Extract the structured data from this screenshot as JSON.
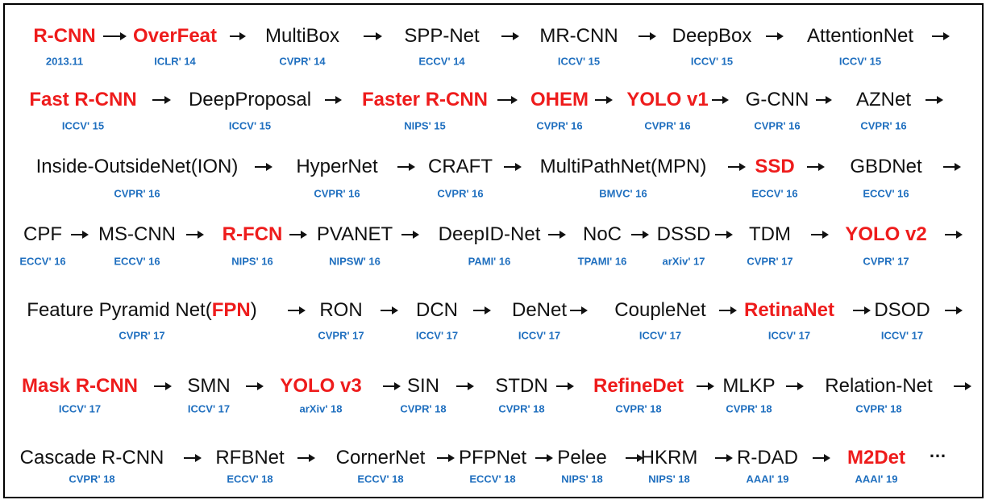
{
  "colors": {
    "highlight": "#ee1c1c",
    "venue": "#1f6fbf",
    "text": "#111111",
    "border": "#000000"
  },
  "ellipsis": "…",
  "rows": [
    [
      {
        "name": "R-CNN",
        "venue": "2013.11",
        "highlight": true
      },
      {
        "name": "OverFeat",
        "venue": "ICLR' 14",
        "highlight": true
      },
      {
        "name": "MultiBox",
        "venue": "CVPR' 14",
        "highlight": false
      },
      {
        "name": "SPP-Net",
        "venue": "ECCV' 14",
        "highlight": false
      },
      {
        "name": "MR-CNN",
        "venue": "ICCV' 15",
        "highlight": false
      },
      {
        "name": "DeepBox",
        "venue": "ICCV' 15",
        "highlight": false
      },
      {
        "name": "AttentionNet",
        "venue": "ICCV' 15",
        "highlight": false
      }
    ],
    [
      {
        "name": "Fast R-CNN",
        "venue": "ICCV' 15",
        "highlight": true
      },
      {
        "name": "DeepProposal",
        "venue": "ICCV' 15",
        "highlight": false
      },
      {
        "name": "Faster R-CNN",
        "venue": "NIPS' 15",
        "highlight": true
      },
      {
        "name": "OHEM",
        "venue": "CVPR' 16",
        "highlight": true
      },
      {
        "name": "YOLO v1",
        "venue": "CVPR' 16",
        "highlight": true
      },
      {
        "name": "G-CNN",
        "venue": "CVPR' 16",
        "highlight": false
      },
      {
        "name": "AZNet",
        "venue": "CVPR' 16",
        "highlight": false
      }
    ],
    [
      {
        "name": "Inside-OutsideNet(ION)",
        "venue": "CVPR' 16",
        "highlight": false
      },
      {
        "name": "HyperNet",
        "venue": "CVPR' 16",
        "highlight": false
      },
      {
        "name": "CRAFT",
        "venue": "CVPR' 16",
        "highlight": false
      },
      {
        "name": "MultiPathNet(MPN)",
        "venue": "BMVC' 16",
        "highlight": false
      },
      {
        "name": "SSD",
        "venue": "ECCV' 16",
        "highlight": true
      },
      {
        "name": "GBDNet",
        "venue": "ECCV' 16",
        "highlight": false
      }
    ],
    [
      {
        "name": "CPF",
        "venue": "ECCV' 16",
        "highlight": false
      },
      {
        "name": "MS-CNN",
        "venue": "ECCV' 16",
        "highlight": false
      },
      {
        "name": "R-FCN",
        "venue": "NIPS' 16",
        "highlight": true
      },
      {
        "name": "PVANET",
        "venue": "NIPSW' 16",
        "highlight": false
      },
      {
        "name": "DeepID-Net",
        "venue": "PAMI' 16",
        "highlight": false
      },
      {
        "name": "NoC",
        "venue": "TPAMI' 16",
        "highlight": false
      },
      {
        "name": "DSSD",
        "venue": "arXiv' 17",
        "highlight": false
      },
      {
        "name": "TDM",
        "venue": "CVPR' 17",
        "highlight": false
      },
      {
        "name": "YOLO v2",
        "venue": "CVPR' 17",
        "highlight": true
      }
    ],
    [
      {
        "name_parts": [
          {
            "text": "Feature Pyramid Net(",
            "highlight": false
          },
          {
            "text": "FPN",
            "highlight": true
          },
          {
            "text": ")",
            "highlight": false
          }
        ],
        "venue": "CVPR' 17"
      },
      {
        "name": "RON",
        "venue": "CVPR' 17",
        "highlight": false
      },
      {
        "name": "DCN",
        "venue": "ICCV' 17",
        "highlight": false
      },
      {
        "name": "DeNet",
        "venue": "ICCV' 17",
        "highlight": false
      },
      {
        "name": "CoupleNet",
        "venue": "ICCV' 17",
        "highlight": false
      },
      {
        "name": "RetinaNet",
        "venue": "ICCV' 17",
        "highlight": true
      },
      {
        "name": "DSOD",
        "venue": "ICCV' 17",
        "highlight": false
      }
    ],
    [
      {
        "name": "Mask R-CNN",
        "venue": "ICCV' 17",
        "highlight": true
      },
      {
        "name": "SMN",
        "venue": "ICCV' 17",
        "highlight": false
      },
      {
        "name": "YOLO v3",
        "venue": "arXiv' 18",
        "highlight": true
      },
      {
        "name": "SIN",
        "venue": "CVPR' 18",
        "highlight": false
      },
      {
        "name": "STDN",
        "venue": "CVPR' 18",
        "highlight": false
      },
      {
        "name": "RefineDet",
        "venue": "CVPR' 18",
        "highlight": true
      },
      {
        "name": "MLKP",
        "venue": "CVPR' 18",
        "highlight": false
      },
      {
        "name": "Relation-Net",
        "venue": "CVPR' 18",
        "highlight": false
      }
    ],
    [
      {
        "name": "Cascade R-CNN",
        "venue": "CVPR' 18",
        "highlight": false
      },
      {
        "name": "RFBNet",
        "venue": "ECCV' 18",
        "highlight": false
      },
      {
        "name": "CornerNet",
        "venue": "ECCV' 18",
        "highlight": false
      },
      {
        "name": "PFPNet",
        "venue": "ECCV' 18",
        "highlight": false
      },
      {
        "name": "Pelee",
        "venue": "NIPS' 18",
        "highlight": false
      },
      {
        "name": "HKRM",
        "venue": "NIPS' 18",
        "highlight": false
      },
      {
        "name": "R-DAD",
        "venue": "AAAI' 19",
        "highlight": false
      },
      {
        "name": "M2Det",
        "venue": "AAAI' 19",
        "highlight": true
      }
    ]
  ]
}
